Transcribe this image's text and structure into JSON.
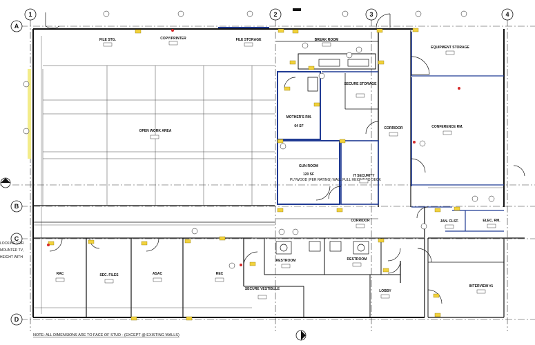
{
  "grid": {
    "columns": [
      "1",
      "2",
      "3",
      "4"
    ],
    "rows": [
      "A",
      "B",
      "C",
      "D"
    ]
  },
  "rooms": {
    "file_stg": {
      "name": "FILE STG."
    },
    "copy_printer": {
      "name": "COPY/PRINTER"
    },
    "file_storage": {
      "name": "FILE STORAGE"
    },
    "break_room": {
      "name": "BREAK ROOM"
    },
    "equipment_storage": {
      "name": "EQUIPMENT STORAGE"
    },
    "secure_storage": {
      "name": "SECURE STORAGE"
    },
    "mothers_rm": {
      "name": "MOTHER'S RM.",
      "area": "64 SF"
    },
    "open_work_area": {
      "name": "OPEN WORK AREA"
    },
    "corridor_1": {
      "name": "CORRIDOR"
    },
    "conference_rm": {
      "name": "CONFERENCE RM."
    },
    "gun_room": {
      "name": "GUN ROOM",
      "area": "120 SF"
    },
    "it_security": {
      "name": "IT SECURITY"
    },
    "corridor_2": {
      "name": "CORRIDOR"
    },
    "jan_clst": {
      "name": "JAN. CLST."
    },
    "elec_rm": {
      "name": "ELEC. RM."
    },
    "rac": {
      "name": "RAC"
    },
    "sec_files": {
      "name": "SEC. FILES"
    },
    "asac": {
      "name": "ASAC"
    },
    "rec": {
      "name": "REC"
    },
    "restroom_1": {
      "name": "RESTROOM"
    },
    "restroom_2": {
      "name": "RESTROOM"
    },
    "secure_vestibule": {
      "name": "SECURE VESTIBULE"
    },
    "lobby": {
      "name": "LOBBY"
    },
    "interview_1": {
      "name": "INTERVIEW #1"
    }
  },
  "callouts": {
    "gun_room_note": "PLYWOOD (PER RATING) WALL FULL HEIGHT TO DECK",
    "left_edge_note_1": "LOCKING FOR",
    "left_edge_note_2": "MOUNTED TV,",
    "left_edge_note_3": "HEIGHT WITH"
  },
  "note": "NOTE: ALL DIMENSIONS ARE TO FACE OF STUD - (EXCEPT @ EXISTING WALLS)",
  "colors": {
    "wall": "#111111",
    "new_partition": "#1f3a93",
    "keynote_tag": "#f2d23c",
    "revision_mark": "#d62b2b"
  }
}
